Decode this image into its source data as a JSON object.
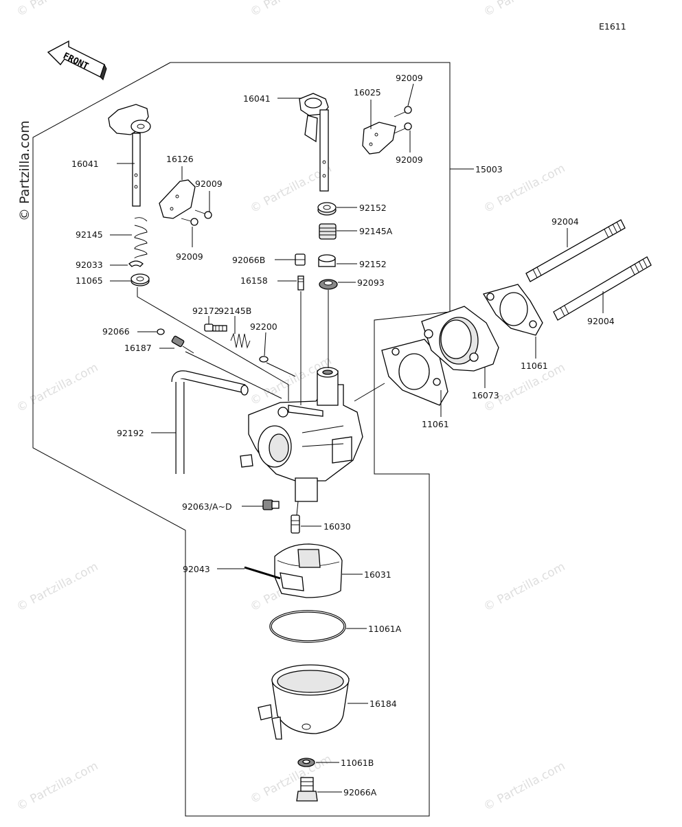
{
  "diagram_code": "E1611",
  "front_label": "FRONT",
  "watermarks": {
    "corner": "© Partzilla.com",
    "tile": "© Partzilla.com"
  },
  "parts": {
    "p15003": "15003",
    "p16041_left": "16041",
    "p16126": "16126",
    "p92009_left_top": "92009",
    "p92009_left_bottom": "92009",
    "p92145": "92145",
    "p92033": "92033",
    "p11065": "11065",
    "p16041_right": "16041",
    "p16025": "16025",
    "p92009_right_top": "92009",
    "p92009_right_bottom": "92009",
    "p92152_top": "92152",
    "p92145A": "92145A",
    "p92066B": "92066B",
    "p92152_bottom": "92152",
    "p16158": "16158",
    "p92093": "92093",
    "p92172": "92172",
    "p92145B": "92145B",
    "p92200": "92200",
    "p92066": "92066",
    "p16187": "16187",
    "p92192": "92192",
    "p92004_top": "92004",
    "p92004_bottom": "92004",
    "p11061_right": "11061",
    "p16073": "16073",
    "p11061_left": "11061",
    "p92063": "92063/A~D",
    "p16030": "16030",
    "p92043": "92043",
    "p16031": "16031",
    "p11061A": "11061A",
    "p16184": "16184",
    "p11061B": "11061B",
    "p92066A": "92066A"
  }
}
